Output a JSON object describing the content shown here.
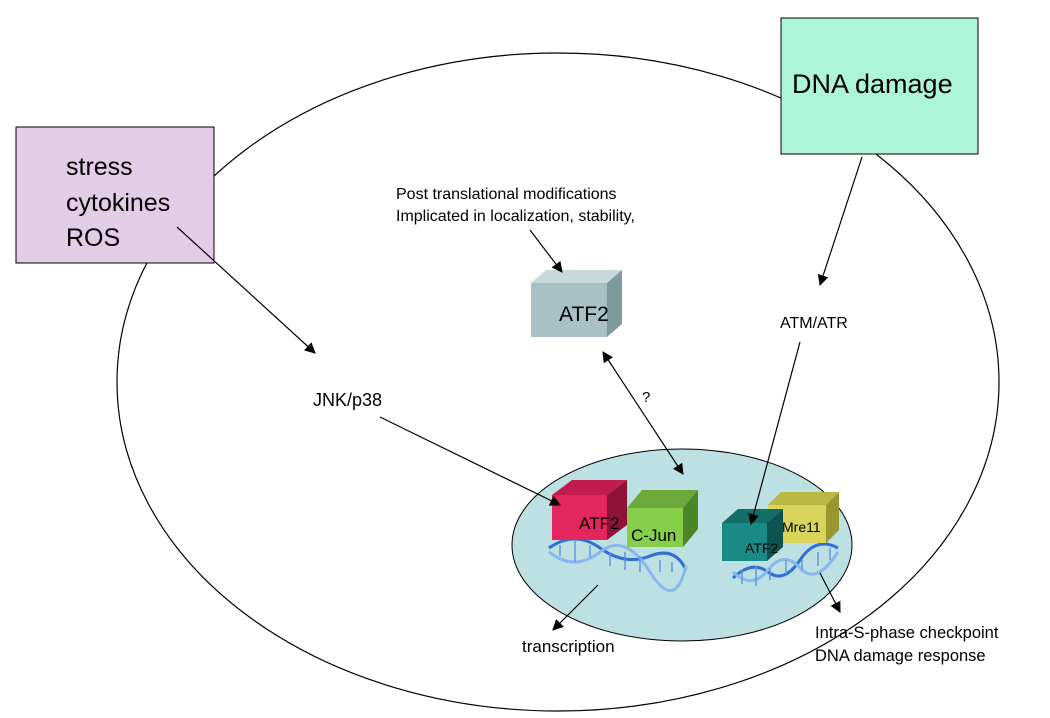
{
  "stress_box": {
    "lines": [
      "stress",
      "cytokines",
      "ROS"
    ],
    "color": "#e2cde6"
  },
  "dna_damage_box": {
    "label": "DNA damage",
    "color": "#adf5d8"
  },
  "ptm_note": {
    "lines": [
      "Post translational modifications",
      "Implicated in localization, stability,"
    ]
  },
  "cytoplasm_atf2": {
    "label": "ATF2",
    "color": "#a8c1c5"
  },
  "kinase_left": "JNK/p38",
  "kinase_right": "ATM/ATR",
  "question_mark": "?",
  "nucleus": {
    "color": "#bde0e3"
  },
  "complex_left": {
    "atf2": "ATF2",
    "atf2_color": "#e3265e",
    "cjun": "C-Jun",
    "cjun_color": "#86cf4a"
  },
  "complex_right": {
    "atf2": "ATF2",
    "atf2_color": "#1a8a86",
    "mre11": "Mre11",
    "mre11_color": "#d9d45a"
  },
  "output_left": "transcription",
  "output_right": {
    "lines": [
      "Intra-S-phase checkpoint",
      "DNA damage response"
    ]
  }
}
